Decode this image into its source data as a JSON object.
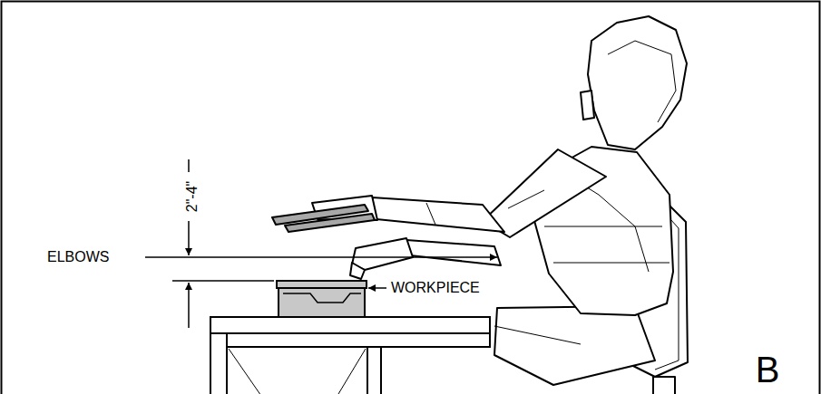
{
  "diagram": {
    "labels": [
      "2\"-4\"",
      "ELBOWS",
      "WORKPIECE",
      "B"
    ]
  }
}
